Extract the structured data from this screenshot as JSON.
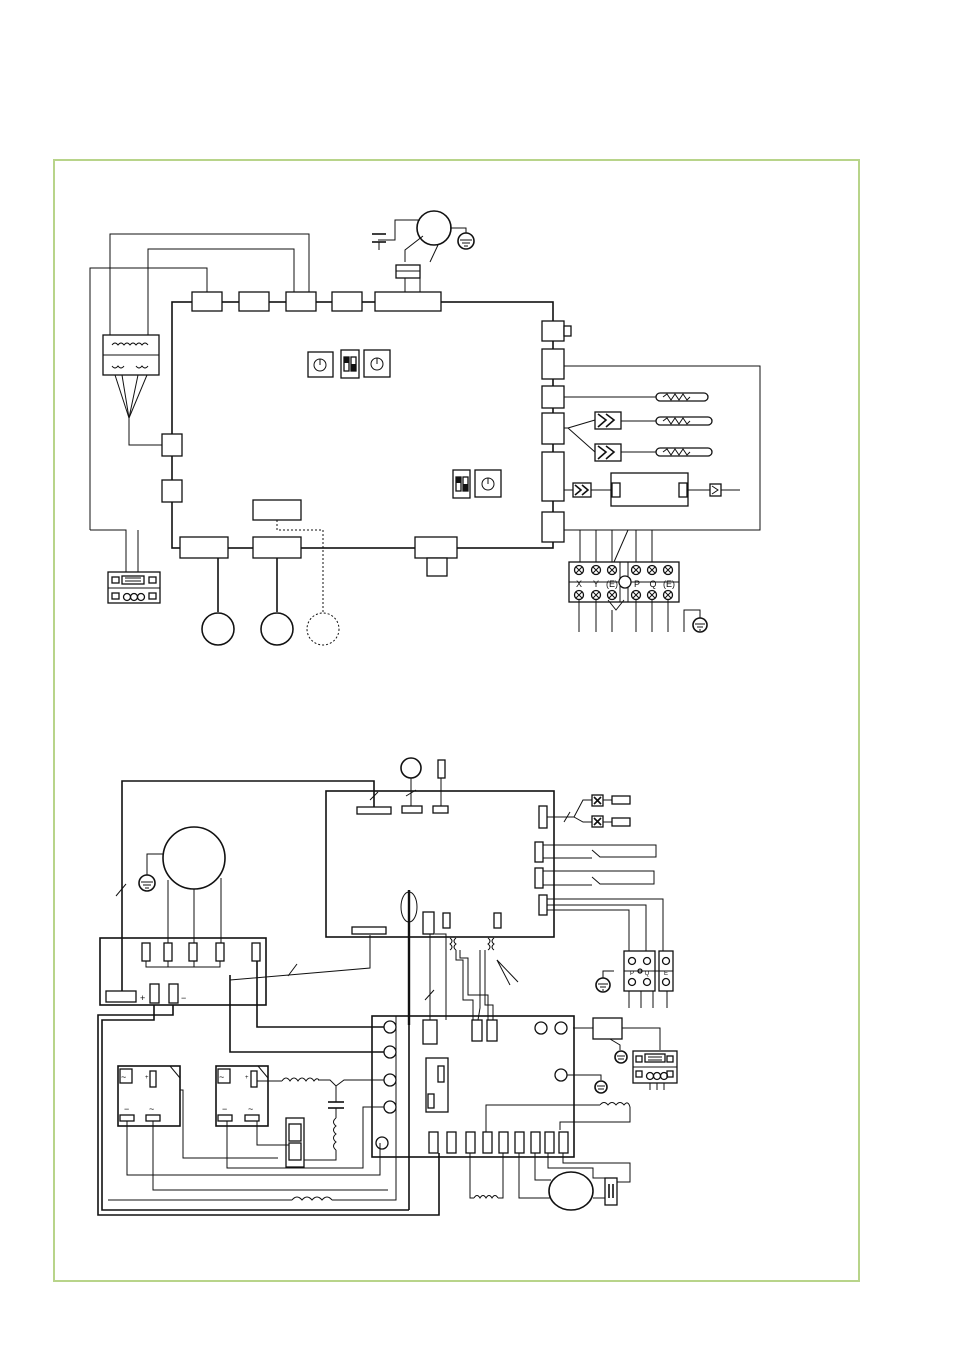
{
  "page": {
    "frame_color": "#b8d48a",
    "line_color": "#111111"
  },
  "indoor_unit": {
    "terminal_block": {
      "labels": [
        "X",
        "Y",
        "(E)",
        "P",
        "Q",
        "(E)"
      ]
    }
  },
  "outdoor_unit": {
    "terminal_block_a": {
      "labels": [
        "P",
        "Q",
        "E"
      ]
    },
    "polarity_marks": [
      "+",
      "−"
    ]
  },
  "icons": [
    "motor-icon",
    "ground-icon",
    "capacitor-icon",
    "coil-icon",
    "thermistor-icon",
    "screw-terminal-icon",
    "switch-icon",
    "rotary-switch-icon",
    "dip-switch-icon"
  ]
}
